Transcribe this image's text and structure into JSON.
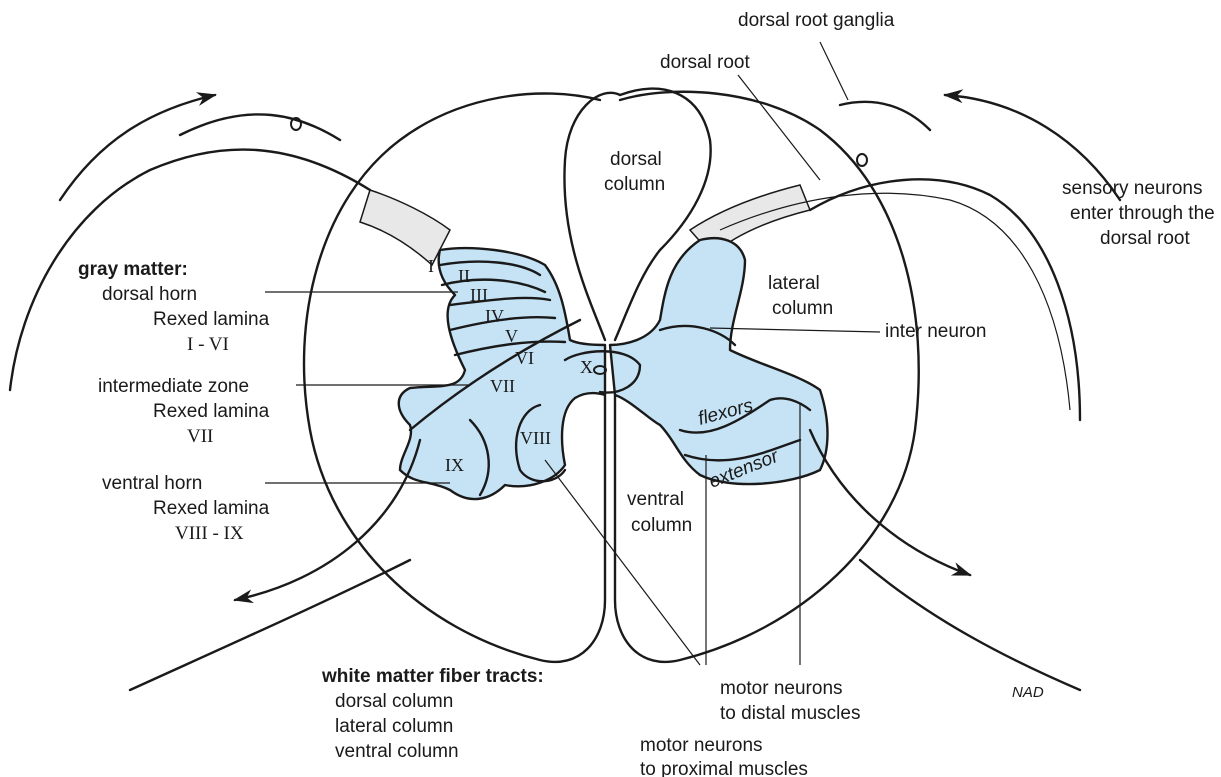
{
  "labels": {
    "dorsal_root_ganglia": "dorsal root ganglia",
    "dorsal_root": "dorsal root",
    "dorsal_column_center": [
      "dorsal",
      "column"
    ],
    "sensory_note": [
      "sensory neurons",
      "enter through the",
      "dorsal root"
    ],
    "lateral_column": [
      "lateral",
      "column"
    ],
    "inter_neuron": "inter neuron",
    "ventral_column": [
      "ventral",
      "column"
    ],
    "motor_distal": [
      "motor neurons",
      "to distal muscles"
    ],
    "motor_proximal": [
      "motor neurons",
      "to proximal muscles"
    ],
    "signature": "NAD",
    "flexors": "flexors",
    "extensor": "extensor"
  },
  "gray_matter": {
    "heading": "gray matter:",
    "dorsal_horn": [
      "dorsal horn",
      "Rexed lamina",
      "I - VI"
    ],
    "intermediate_zone": [
      "intermediate zone",
      "Rexed lamina",
      "VII"
    ],
    "ventral_horn": [
      "ventral horn",
      "Rexed lamina",
      "VIII - IX"
    ]
  },
  "white_matter": {
    "heading": "white matter fiber tracts:",
    "items": [
      "dorsal column",
      "lateral column",
      "ventral column"
    ]
  },
  "laminae": [
    "I",
    "II",
    "III",
    "IV",
    "V",
    "VI",
    "VII",
    "VIII",
    "IX",
    "X"
  ],
  "colors": {
    "gray_matter_fill": "#c5e3f5",
    "root_fill": "#e8e8e8",
    "ink": "#1a1a1a"
  }
}
